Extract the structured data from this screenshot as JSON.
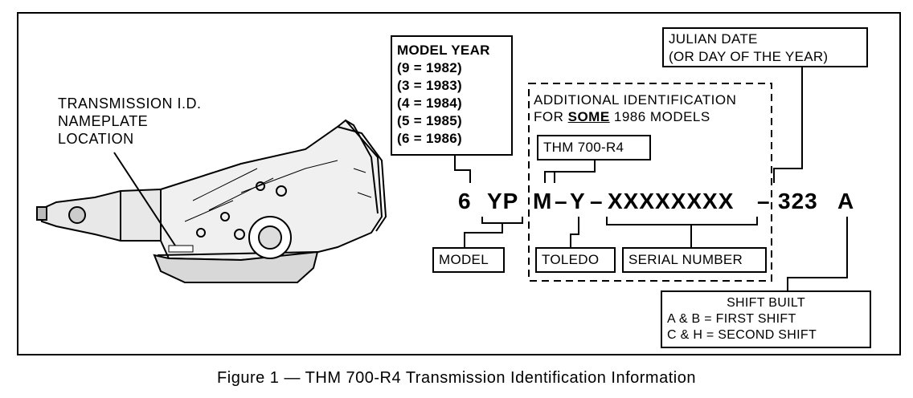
{
  "nameplate_label": [
    "TRANSMISSION I.D.",
    "NAMEPLATE",
    "LOCATION"
  ],
  "model_year": {
    "title": "MODEL YEAR",
    "rows": [
      "(9  =  1982)",
      "(3  =  1983)",
      "(4  =  1984)",
      "(5  =  1985)",
      "(6  =  1986)"
    ]
  },
  "julian_date": [
    "JULIAN DATE",
    "(OR DAY OF THE YEAR)"
  ],
  "additional_id": {
    "line1": "ADDITIONAL IDENTIFICATION",
    "line2_pre": "FOR ",
    "line2_emph": "SOME",
    "line2_post": " 1986 MODELS"
  },
  "thm_label": "THM 700-R4",
  "code": {
    "year": "6",
    "model": "YP",
    "plant_letter": "M",
    "dash1": "–",
    "y": "Y",
    "dash2": "–",
    "serial": "XXXXXXXX",
    "dash3": "–",
    "julian": "323",
    "shift": "A"
  },
  "model_label": "MODEL",
  "toledo_label": "TOLEDO",
  "serial_label": "SERIAL NUMBER",
  "shift_built": {
    "title": "SHIFT BUILT",
    "line1": "A & B  =  FIRST SHIFT",
    "line2": "C & H  =  SECOND SHIFT"
  },
  "caption": "Figure 1  —  THM 700-R4 Transmission Identification Information"
}
